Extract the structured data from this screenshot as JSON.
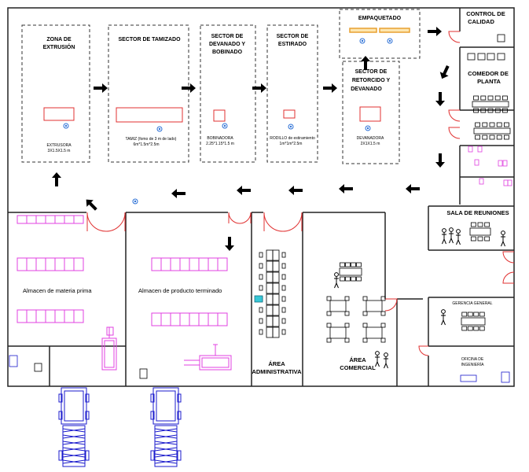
{
  "zones": {
    "extrusion": {
      "title_1": "ZONA DE",
      "title_2": "EXTRUSIÓN",
      "machine_1": "EXTRUSORA",
      "machine_2": "3X1.5X1.5 m"
    },
    "sieving": {
      "title": "SECTOR DE TAMIZADO",
      "machine_1": "TAMIZ (fomo de 3 m de lado)",
      "machine_2": "6m*1.5m*2.5m"
    },
    "winding": {
      "title_1": "SECTOR DE",
      "title_2": "DEVANADO Y",
      "title_3": "BOBINADO",
      "machine_1": "BOBINADORA",
      "machine_2": "2.25*1.15*1.5 m"
    },
    "stretching": {
      "title_1": "SECTOR DE",
      "title_2": "ESTIRADO",
      "machine_1": "RODILLO de estiramiento",
      "machine_2": "1m*1m*2.5m"
    },
    "twisting": {
      "title_1": "SECTOR DE",
      "title_2": "RETORCIDO Y",
      "title_3": "DEVANADO",
      "machine_1": "DEVANADORA",
      "machine_2": "2X1X1.5 m"
    },
    "packing": {
      "title": "EMPAQUETADO"
    }
  },
  "rooms": {
    "quality": {
      "title_1": "CONTROL DE",
      "title_2": "CALIDAD"
    },
    "dining": {
      "title_1": "COMEDOR DE",
      "title_2": "PLANTA"
    },
    "meetings": {
      "title": "SALA DE REUNIONES"
    },
    "management": {
      "title": "GERENCIA GENERAL"
    },
    "engineering": {
      "title_1": "OFICINA DE",
      "title_2": "INGENIERÍA"
    },
    "raw_storage": {
      "title": "Almacen de materia prima"
    },
    "product_storage": {
      "title": "Almacen de producto terminado"
    },
    "admin": {
      "title_1": "ÁREA",
      "title_2": "ADMINISTRATIVA"
    },
    "commercial": {
      "title_1": "ÁREA",
      "title_2": "COMERCIAL"
    }
  },
  "colors": {
    "wall": "#222222",
    "dashed": "#333333",
    "machine": "#e03030",
    "rack": "#e040e0",
    "truck": "#1a1acc",
    "door": "#e03030",
    "tank": "#2a6fd6",
    "pallet": "#e8a030"
  },
  "icons": [
    "flow-arrow-icon",
    "door-swing-icon",
    "truck-icon",
    "forklift-icon",
    "person-icon",
    "table-icon",
    "chair-icon",
    "fire-extinguisher-icon"
  ]
}
